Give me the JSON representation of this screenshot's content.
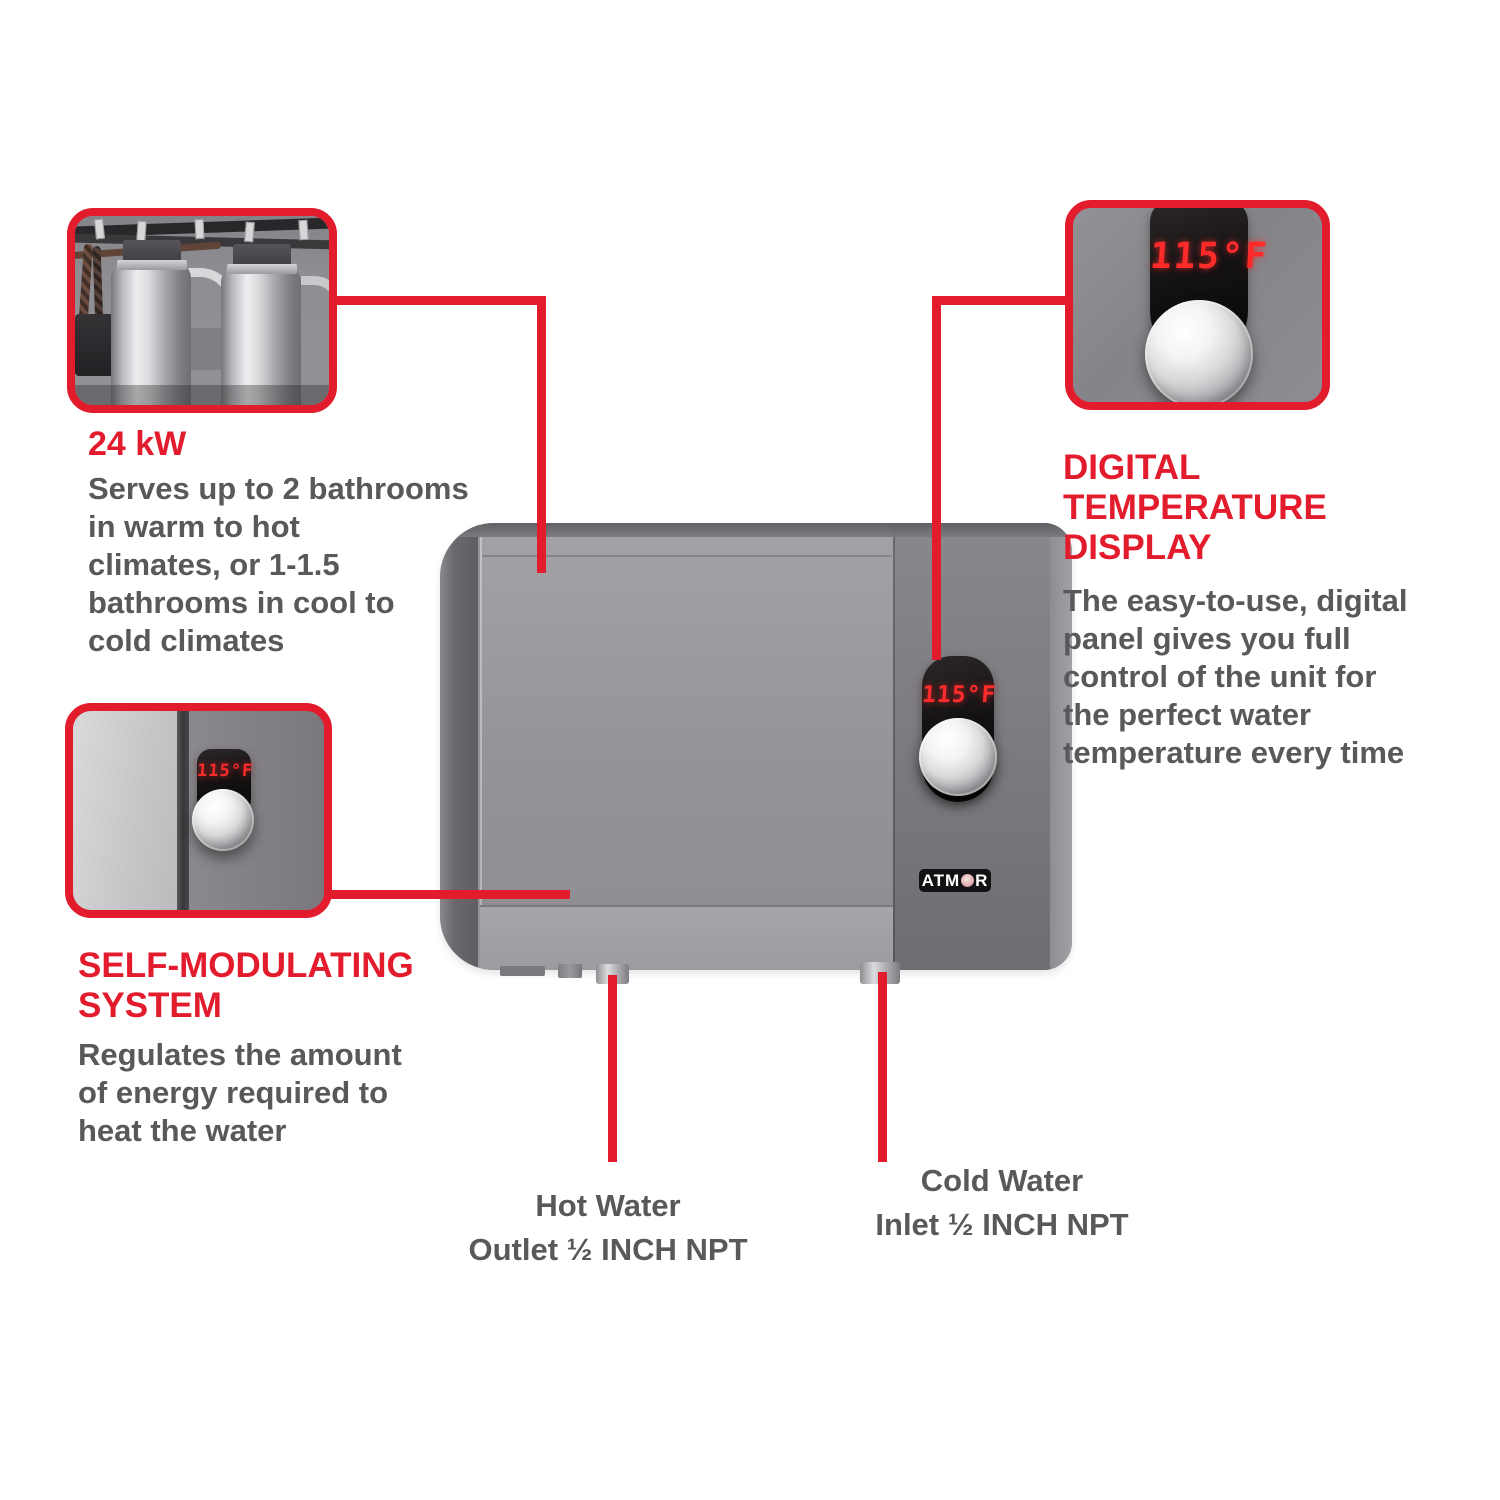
{
  "colors": {
    "accent_red": "#e31c2d",
    "text_gray": "#58595b",
    "display_red": "#ff2a2a",
    "unit_body_gray": "#919094",
    "unit_dark_band": "#76747a"
  },
  "callouts": {
    "power": {
      "heading": "24 kW",
      "body_lines": [
        "Serves up to 2 bathrooms",
        "in warm to hot",
        "climates, or 1-1.5",
        "bathrooms in cool to",
        "cold climates"
      ]
    },
    "digital": {
      "heading_lines": [
        "DIGITAL",
        "TEMPERATURE",
        "DISPLAY"
      ],
      "body_lines": [
        "The easy-to-use, digital",
        "panel gives you full",
        "control of the unit for",
        "the perfect water",
        "temperature every time"
      ],
      "display_value": "115°F"
    },
    "self_modulating": {
      "heading_lines": [
        "SELF-MODULATING",
        "SYSTEM"
      ],
      "body_lines": [
        "Regulates the amount",
        "of energy required to",
        "heat the water"
      ],
      "display_value": "115°F"
    }
  },
  "pipe_labels": {
    "hot": [
      "Hot Water",
      "Outlet ½ INCH NPT"
    ],
    "cold": [
      "Cold Water",
      "Inlet ½ INCH NPT"
    ]
  },
  "product": {
    "brand": "ATMOR",
    "brand_prefix": "ATM",
    "brand_suffix": "R",
    "display_value": "115°F"
  }
}
